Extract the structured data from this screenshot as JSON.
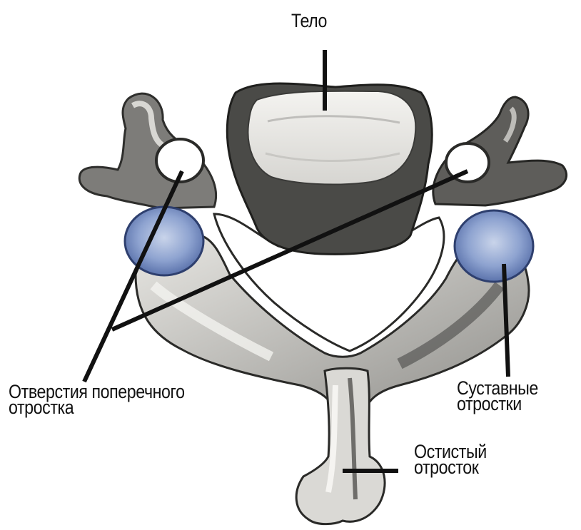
{
  "labels": {
    "body": "Тело",
    "foramen_line1": "Отверстия поперечного",
    "foramen_line2": "отростка",
    "articular_line1": "Суставные",
    "articular_line2": "отростки",
    "spinous_line1": "Остистый",
    "spinous_line2": "отросток"
  },
  "colors": {
    "bone_light": "#ecebe8",
    "bone_mid": "#a9a8a4",
    "bone_dark": "#3e3e3c",
    "articular_facet": "#7f97c9",
    "leader_line": "#111111"
  }
}
